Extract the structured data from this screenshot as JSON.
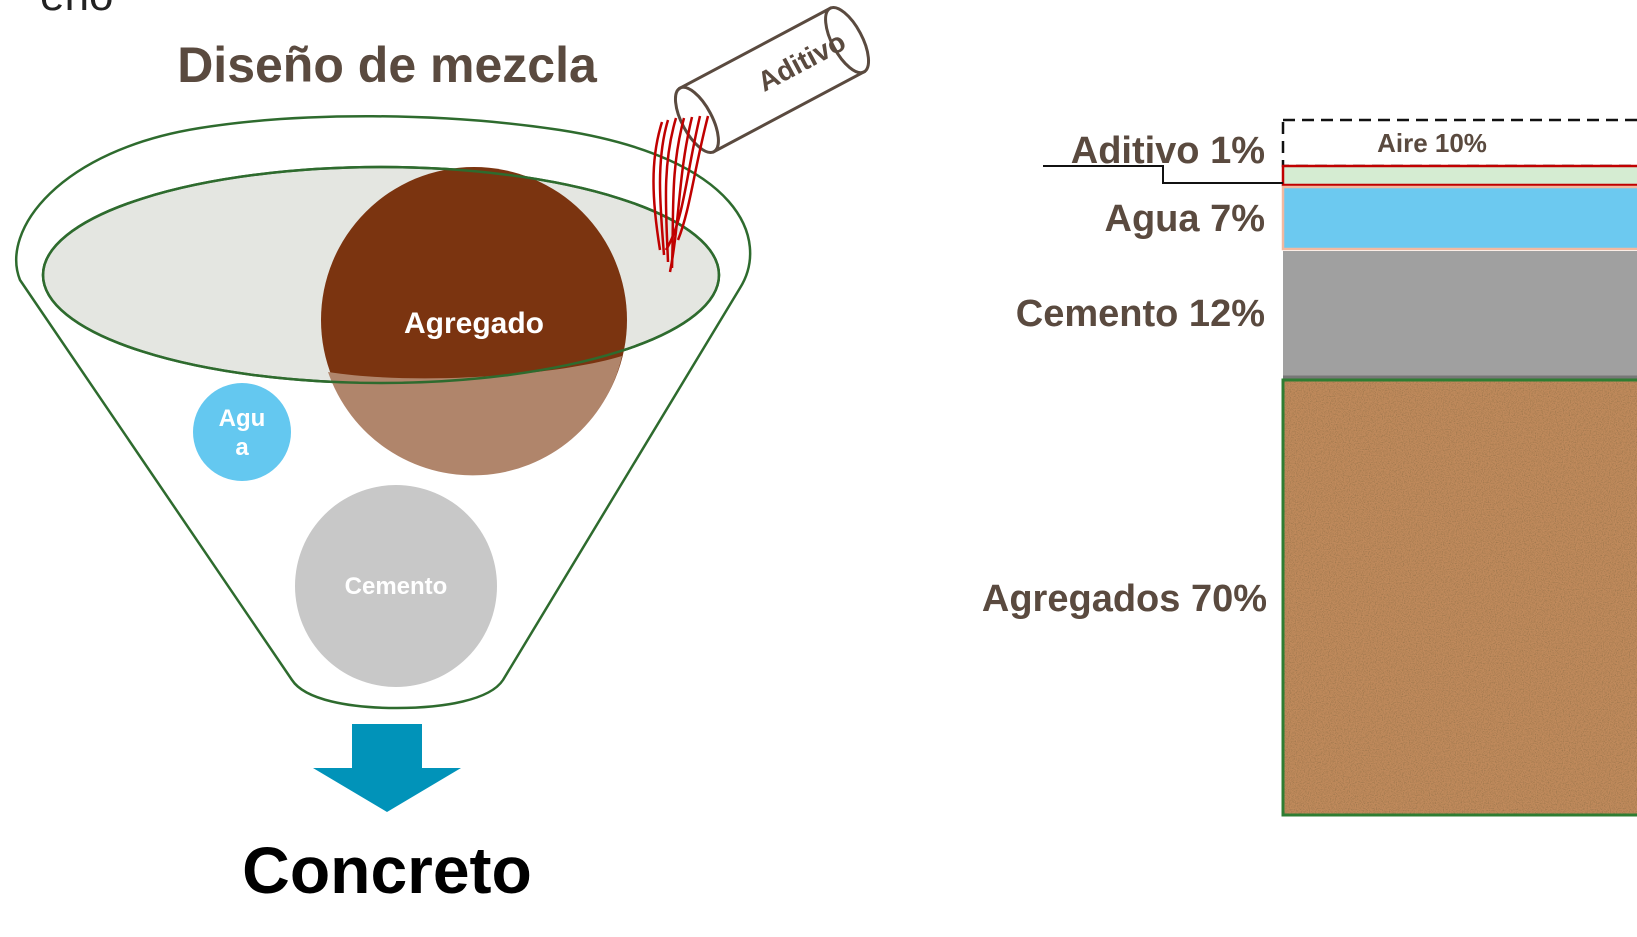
{
  "cropped_corner_text": "eño",
  "funnel": {
    "title": "Diseño de mezcla",
    "ingredients": {
      "agregado": "Agregado",
      "agua": [
        "Agu",
        "a"
      ],
      "cemento": "Cemento"
    },
    "additive_tube_label": "Aditivo",
    "output": "Concreto"
  },
  "proportions": {
    "layers": [
      {
        "key": "aire",
        "label": "Aire 10%",
        "percent": 10,
        "color": "#ffffff",
        "border": "dashed"
      },
      {
        "key": "aditivo",
        "label": "Aditivo 1%",
        "percent": 1,
        "color": "#d5ecd2",
        "border": "#c00000"
      },
      {
        "key": "agua",
        "label": "Agua 7%",
        "percent": 7,
        "color": "#6cc9f0",
        "border": "#f2b9a0"
      },
      {
        "key": "cemento",
        "label": "Cemento 12%",
        "percent": 12,
        "color": "#a0a0a0",
        "border": "#808080"
      },
      {
        "key": "agregados",
        "label": "Agregados 70%",
        "percent": 70,
        "color": "#c08a5c",
        "border": "#2e7d32"
      }
    ]
  },
  "colors": {
    "title_text": "#5a4a3f",
    "funnel_stroke": "#2e6b2e",
    "agregado_circle": "#7b3410",
    "agua_circle": "#64c8f0",
    "cemento_circle": "#c8c8c8",
    "arrow": "#0193b9",
    "additive_stream": "#c00000"
  }
}
